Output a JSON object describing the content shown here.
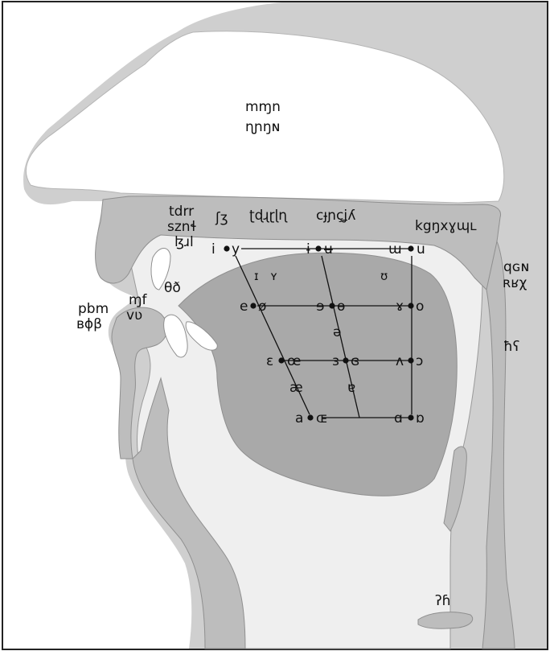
{
  "colors": {
    "frame": "#222222",
    "cavity_light": "#cfcfcf",
    "cavity_white": "#f3f3f3",
    "tissue": "#bdbdbd",
    "tongue": "#a9a9a9",
    "outline": "#8f8f8f",
    "ink": "#111111"
  },
  "places": {
    "nasal_1": "mɱn",
    "nasal_2": "ɳɲŋɴ",
    "alveolar_1": "tdrr",
    "alveolar_2": "sznɬ",
    "alveolar_3": "ɮɹl",
    "postalveolar": "ʃʒ",
    "retroflex": "ʈɖɻɽɭɳ",
    "palatal": "cɟɲçʝʎ",
    "velar": "kgŋxɣɰʟ",
    "uvular_1": "qɢɴ",
    "uvular_2": "ʀʁχ",
    "dental": "θð",
    "labiodental_1": "ɱf",
    "labiodental_2": "vʋ",
    "bilabial_1": "pbm",
    "bilabial_2": "ʙɸβ",
    "pharyngeal": "ħʕ",
    "glottal": "ʔɦ"
  },
  "vowels": {
    "close_front": "i",
    "close_front_rounded": "y",
    "close_central": "ɨ",
    "close_central_rounded": "ʉ",
    "close_back": "ɯ",
    "close_back_rounded": "u",
    "near_close_1": "ɪ",
    "near_close_2": "ʏ",
    "near_close_back": "ʊ",
    "closemid_front": "e",
    "closemid_front_rounded": "ø",
    "closemid_central": "ɘ",
    "closemid_central_rounded": "ɵ",
    "closemid_back": "ɤ",
    "closemid_back_rounded": "o",
    "mid_central": "ə",
    "openmid_front": "ɛ",
    "openmid_front_rounded": "œ",
    "openmid_central": "ɜ",
    "openmid_central_rounded": "ɞ",
    "openmid_back": "ʌ",
    "openmid_back_rounded": "ɔ",
    "near_open_front": "æ",
    "near_open_central": "ɐ",
    "open_front": "a",
    "open_front_rounded": "ɶ",
    "open_back": "ɑ",
    "open_back_rounded": "ɒ"
  }
}
